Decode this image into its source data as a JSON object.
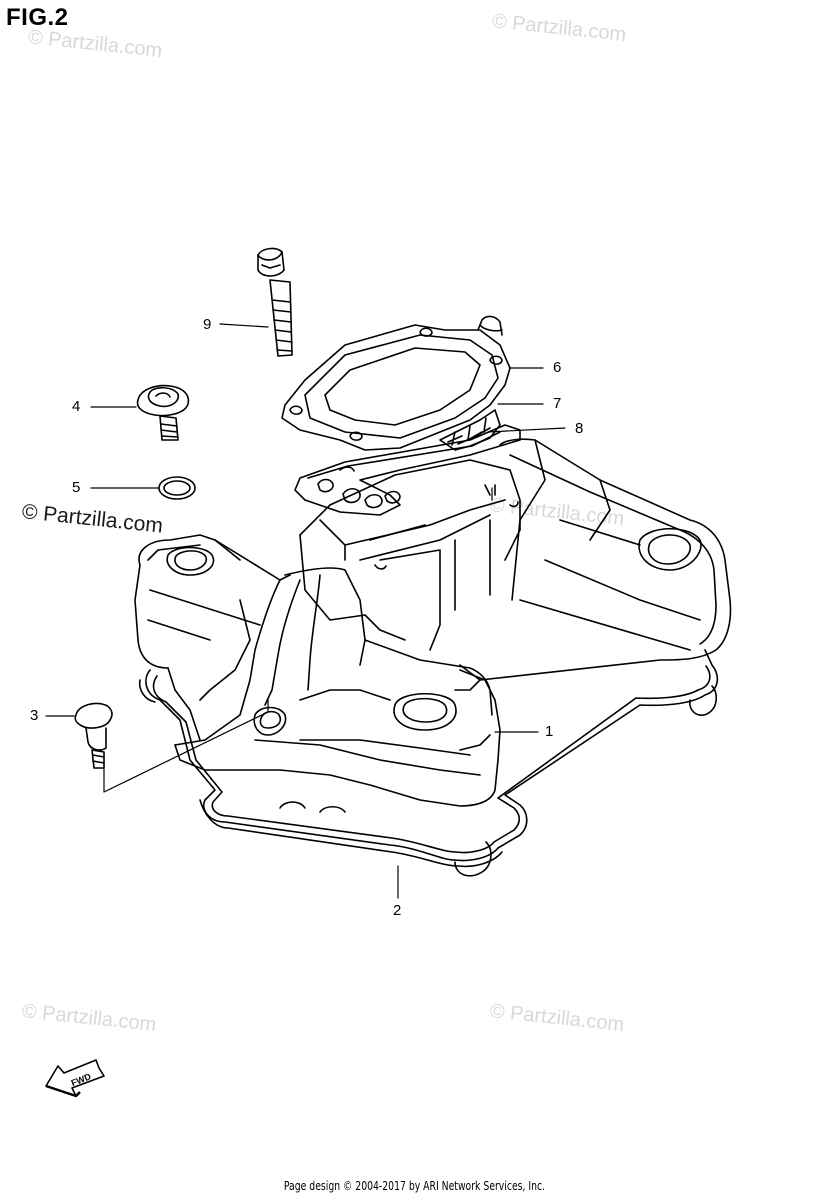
{
  "figure": {
    "title": "FIG.2"
  },
  "watermarks": [
    "© Partzilla.com",
    "© Partzilla.com",
    "© Partzilla.com",
    "© Partzilla.com",
    "© Partzilla.com",
    "© Partzilla.com"
  ],
  "callouts": [
    "1",
    "2",
    "3",
    "4",
    "5",
    "6",
    "7",
    "8",
    "9"
  ],
  "direction_arrow": {
    "label": "FWD",
    "icon": "forward-arrow-icon"
  },
  "footer": {
    "text": "Page design © 2004-2017 by ARI Network Services, Inc."
  }
}
